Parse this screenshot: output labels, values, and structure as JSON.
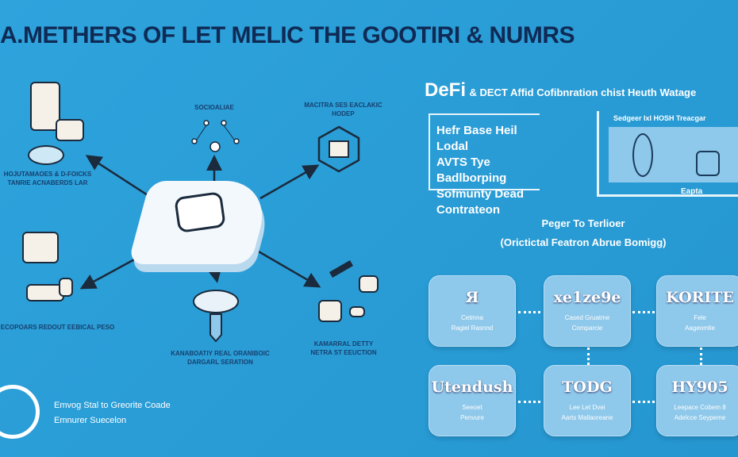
{
  "title": "A.METHERS OF LET MELIC THE GOOTIRI & NUMRS",
  "diagram": {
    "nodes": [
      {
        "label": "Hojutamaoes & d-foicks tanrie acnaberds lar"
      },
      {
        "label": "Socioaliae"
      },
      {
        "label": "Macitra ses eaclakic hodep"
      },
      {
        "label": "Ecopoars redout eebical peso"
      },
      {
        "label": "Kanaboatiy real oraniboic dargarl seration"
      },
      {
        "label": "Kamarral detty netra st eeuction"
      }
    ],
    "footer": {
      "line1": "Emvog Stal to Greorite Coade",
      "line2": "Emnurer Suecelon"
    }
  },
  "right": {
    "heading_brand": "DeFi",
    "heading_rest": "& DECT Affid Cofibnration chist Heuth Watage",
    "info_box": [
      "Hefr Base Heil Lodal",
      "AVTS Tye Badlborping",
      "Sofmunty Dead",
      "Contrateon"
    ],
    "chart_panel": {
      "title": "Sedgeer Ixl HOSH Treacgar",
      "legend": "Eapta"
    },
    "subheading": "Peger To Terlioer",
    "subheading2": "(Orictictal Featron Abrue Bomigg)",
    "boxes": [
      {
        "title": "Я",
        "text": [
          "Cetmna",
          "Ragiel Rasnnd"
        ]
      },
      {
        "title": "xe1ze9e",
        "text": [
          "Cased Gruatme",
          "Comparcie"
        ]
      },
      {
        "title": "KORITE",
        "text": [
          "Fele",
          "Aageomlie"
        ]
      },
      {
        "title": "Utendush",
        "text": [
          "Seeoet",
          "Penvure"
        ]
      },
      {
        "title": "TODG",
        "text": [
          "Lee Let Dvei",
          "Aarts Mallaoreane"
        ]
      },
      {
        "title": "HY905",
        "text": [
          "Leepace Cobem 8",
          "Adelcce Seypeme"
        ]
      }
    ]
  },
  "colors": {
    "background": "#2ea3dc",
    "title": "#0f2a55",
    "box": "#8ec8ea"
  }
}
